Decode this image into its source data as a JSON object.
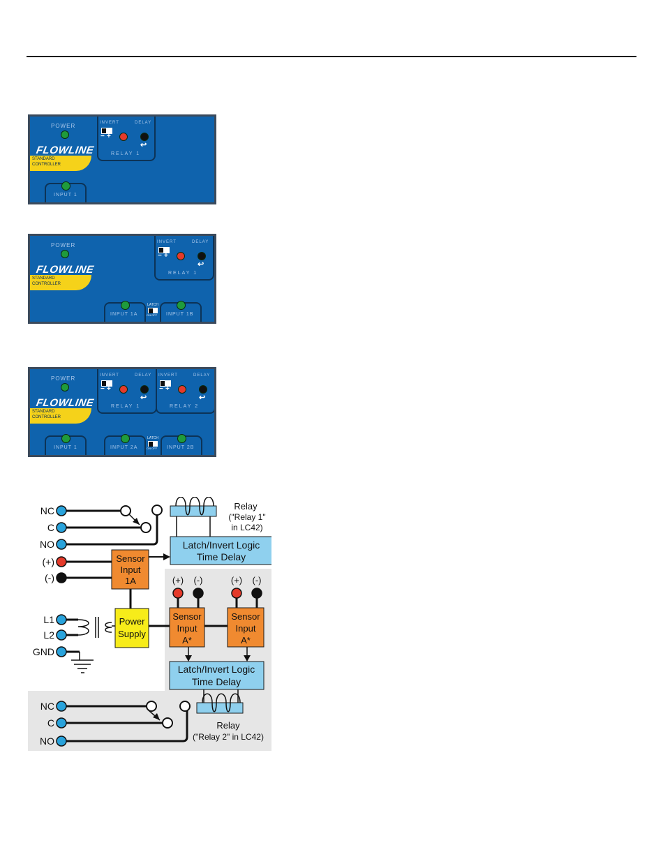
{
  "panels": [
    {
      "power_label": "POWER",
      "logo": "FLOWLINE",
      "subtitle_line1": "STANDARD",
      "subtitle_line2": "CONTROLLER",
      "relays": [
        {
          "invert": "INVERT",
          "delay": "DELAY",
          "label": "RELAY 1",
          "minus": "−",
          "plus": "+"
        }
      ],
      "inputs": [
        "INPUT 1"
      ]
    },
    {
      "power_label": "POWER",
      "logo": "FLOWLINE",
      "subtitle_line1": "STANDARD",
      "subtitle_line2": "CONTROLLER",
      "relays": [
        {
          "invert": "INVERT",
          "delay": "DELAY",
          "label": "RELAY 1",
          "minus": "−",
          "plus": "+"
        }
      ],
      "inputs": [
        "INPUT 1A",
        "INPUT 1B"
      ],
      "latch_label": "LATCH",
      "latch_onoff": "ON OFF"
    },
    {
      "power_label": "POWER",
      "logo": "FLOWLINE",
      "subtitle_line1": "STANDARD",
      "subtitle_line2": "CONTROLLER",
      "relays": [
        {
          "invert": "INVERT",
          "delay": "DELAY",
          "label": "RELAY 1",
          "minus": "−",
          "plus": "+"
        },
        {
          "invert": "INVERT",
          "delay": "DELAY",
          "label": "RELAY 2",
          "minus": "−",
          "plus": "+"
        }
      ],
      "inputs": [
        "INPUT 1",
        "INPUT 2A",
        "INPUT 2B"
      ],
      "latch_label": "LATCH",
      "latch_onoff": "ON OFF"
    }
  ],
  "diagram": {
    "terminals_top": [
      "NC",
      "C",
      "NO"
    ],
    "sensor_pos": "(+)",
    "sensor_neg": "(-)",
    "power_terminals": [
      "L1",
      "L2",
      "GND"
    ],
    "terminals_bottom": [
      "NC",
      "C",
      "NO"
    ],
    "relay1": [
      "Relay",
      "(\"Relay 1\"",
      "in LC42)"
    ],
    "relay2": [
      "Relay",
      "(\"Relay 2\" in LC42)"
    ],
    "logic_top": [
      "Latch/Invert Logic",
      "Time Delay"
    ],
    "logic_bottom": [
      "Latch/Invert Logic",
      "Time Delay"
    ],
    "sensor_1a": [
      "Sensor",
      "Input",
      "1A"
    ],
    "sensor_a1": [
      "Sensor",
      "Input",
      "A*"
    ],
    "sensor_a2": [
      "Sensor",
      "Input",
      "A*"
    ],
    "power_supply": [
      "Power",
      "Supply"
    ],
    "colors": {
      "panel_blue": "#0f63ad",
      "terminal_blue": "#29a3dc",
      "sensor_orange": "#f08a30",
      "logic_blue": "#8fd0ee",
      "power_yellow": "#f7ec1a",
      "shade_gray": "#e6e6e6"
    }
  }
}
